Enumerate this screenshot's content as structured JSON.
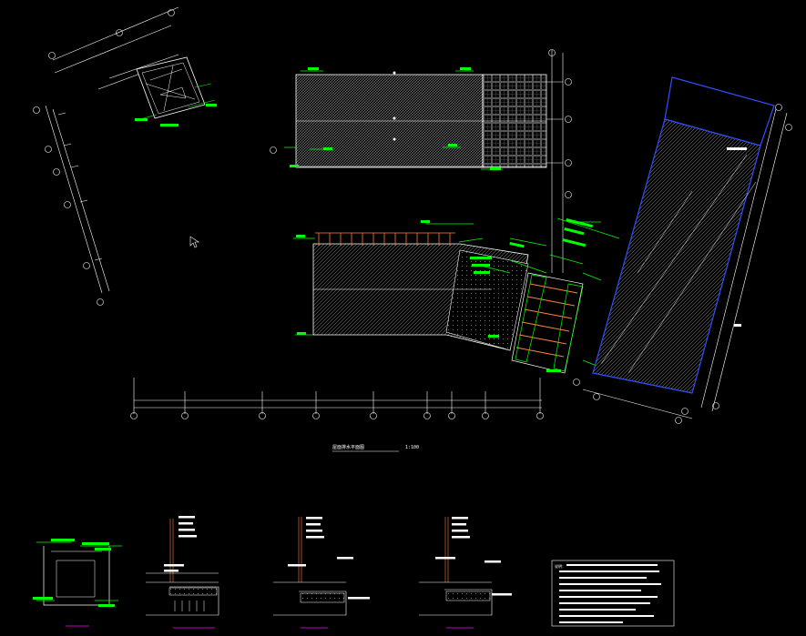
{
  "drawing": {
    "plan_title": "屋面排水平面图",
    "plan_scale": "1:100",
    "notes_header": "说明：",
    "colors": {
      "background": "#000000",
      "grid": "#ffffff",
      "hatch": "#9a9a9a",
      "annotation": "#00ff00",
      "highlight": "#3050ff",
      "accent": "#ff00ff",
      "orange": "#ff8040"
    }
  }
}
